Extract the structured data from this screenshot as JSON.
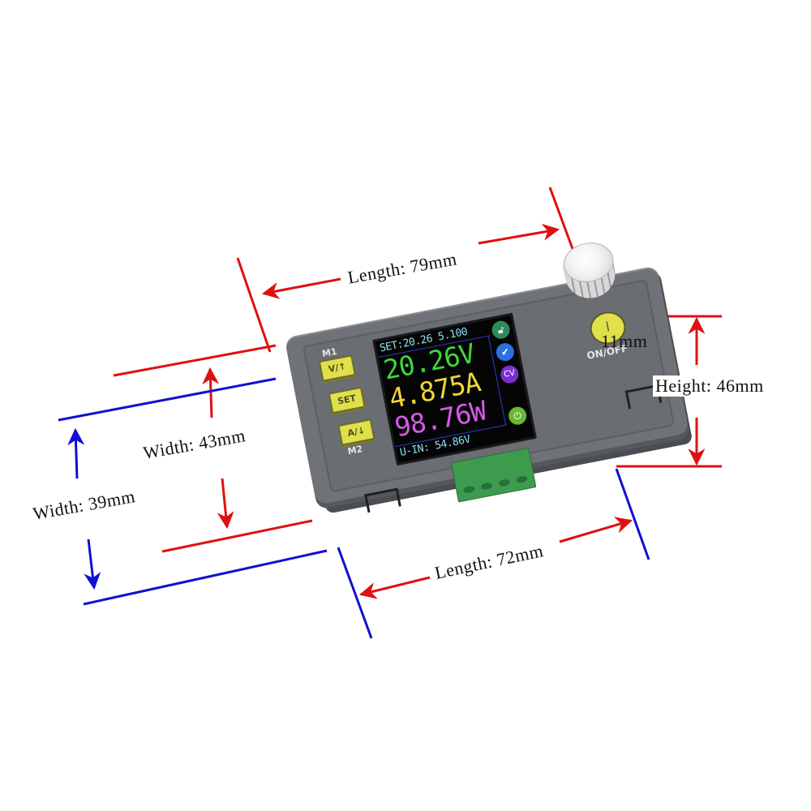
{
  "dimensions": {
    "length_top": "Length: 79mm",
    "length_bottom": "Length: 72mm",
    "width_outer": "Width: 43mm",
    "width_inner": "Width: 39mm",
    "height": "Height: 46mm",
    "knob_height": "11mm"
  },
  "device": {
    "buttons": {
      "m1_label": "M1",
      "voltage_up": "V/↑",
      "set": "SET",
      "current_down": "A/↓",
      "m2_label": "M2"
    },
    "screen": {
      "set_line": "SET:20.26 5.100",
      "voltage": "20.26V",
      "current": "4.875A",
      "power": "98.76W",
      "input_voltage": "U-IN: 54.86V",
      "status_icons": [
        "unlock-icon",
        "check-icon",
        "cv-icon",
        "power-icon"
      ],
      "cv_text": "CV",
      "colors": {
        "voltage": "#3ed83a",
        "current": "#f0d633",
        "power": "#d55ae8",
        "info": "#8fe0f0"
      }
    },
    "power_button_label": "ON/OFF"
  },
  "colors": {
    "red_lines": "#e01010",
    "blue_lines": "#1010d0",
    "case": "#6f7277",
    "button_yellow": "#dfe04a",
    "terminal_green": "#3d9b4e"
  }
}
